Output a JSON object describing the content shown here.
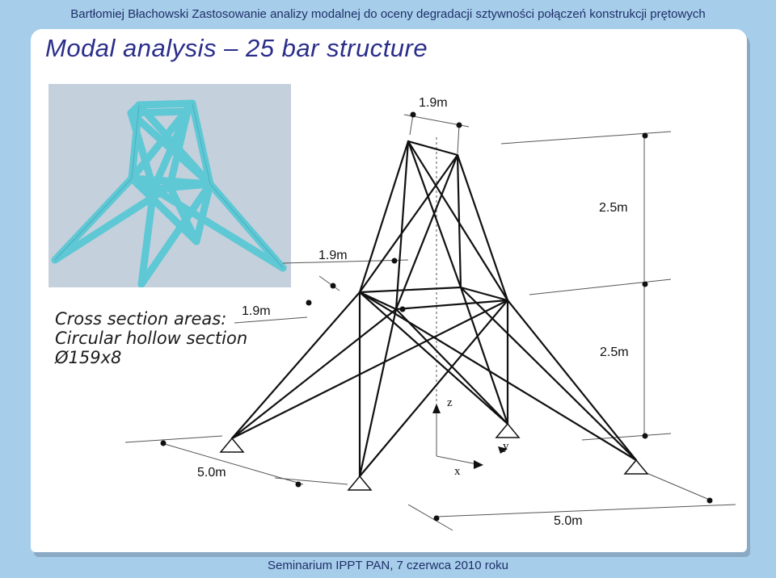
{
  "header": {
    "text": "Bartłomiej Błachowski  Zastosowanie analizy modalnej do oceny degradacji sztywności połączeń konstrukcji prętowych"
  },
  "slide": {
    "title": "Modal analysis – 25 bar structure"
  },
  "cross_section": {
    "line1": "Cross section areas:",
    "line2": "Circular hollow section",
    "line3": "Ø159x8"
  },
  "dimensions": {
    "top_width": "1.9m",
    "top_height": "2.5m",
    "mid_depth_1": "1.9m",
    "mid_depth_2": "1.9m",
    "lower_height": "2.5m",
    "base_left": "5.0m",
    "base_right": "5.0m"
  },
  "axes": {
    "z": "z",
    "y": "y",
    "x": "x"
  },
  "footer": {
    "text": "Seminarium IPPT PAN, 7 czerwca 2010 roku"
  },
  "colors": {
    "background": "#a6cde9",
    "title": "#2a2e8a",
    "header_text": "#1f2f6a",
    "render_members": "#5ec9d6"
  }
}
